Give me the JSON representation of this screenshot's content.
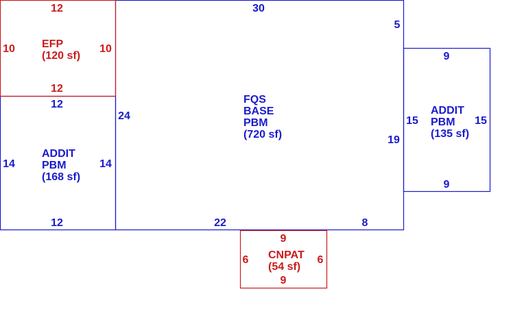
{
  "colors": {
    "blue": "#1a1acc",
    "red": "#cc1a1a"
  },
  "areas": {
    "efp": {
      "line1": "EFP",
      "line2": "(120 sf)",
      "dims": {
        "top": "12",
        "bottom": "12",
        "left": "10",
        "right": "10"
      }
    },
    "addit_left": {
      "line1": "ADDIT",
      "line2": "PBM",
      "line3": "(168 sf)",
      "dims": {
        "top": "12",
        "bottom": "12",
        "left": "14",
        "right": "14"
      }
    },
    "base": {
      "line1": "FQS",
      "line2": "BASE",
      "line3": "PBM",
      "line4": "(720 sf)",
      "dims": {
        "top": "30",
        "left": "24",
        "right_upper": "5",
        "right_lower": "19",
        "bottom_left": "22",
        "bottom_right": "8"
      }
    },
    "addit_right": {
      "line1": "ADDIT",
      "line2": "PBM",
      "line3": "(135 sf)",
      "dims": {
        "top": "9",
        "bottom": "9",
        "left": "15",
        "right": "15"
      }
    },
    "cnpat": {
      "line1": "CNPAT",
      "line2": "(54 sf)",
      "dims": {
        "top": "9",
        "bottom": "9",
        "left": "6",
        "right": "6"
      }
    }
  }
}
